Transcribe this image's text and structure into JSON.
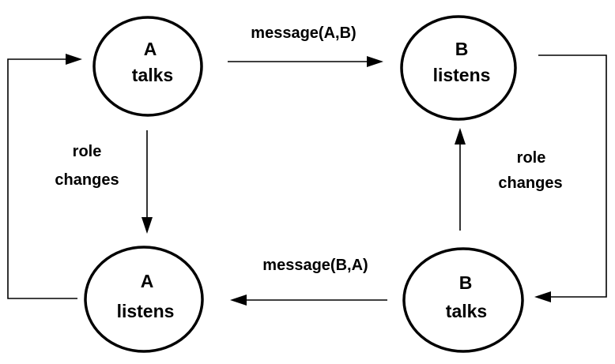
{
  "nodes": {
    "a_talks": {
      "line1": "A",
      "line2": "talks"
    },
    "b_listens": {
      "line1": "B",
      "line2": "listens"
    },
    "a_listens": {
      "line1": "A",
      "line2": "listens"
    },
    "b_talks": {
      "line1": "B",
      "line2": "talks"
    }
  },
  "edges": {
    "message_ab": {
      "label": "message(A,B)"
    },
    "message_ba": {
      "label": "message(B,A)"
    },
    "role_change_a": {
      "line1": "role",
      "line2": "changes"
    },
    "role_change_b": {
      "line1": "role",
      "line2": "changes"
    }
  },
  "colors": {
    "stroke": "#000000",
    "background": "#ffffff"
  }
}
